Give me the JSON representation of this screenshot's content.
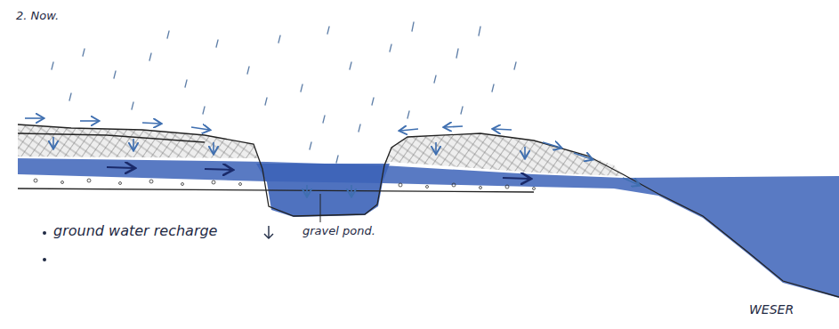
{
  "diagram": {
    "title": "2. Now.",
    "labels": [
      "ground water recharge",
      "gravel pond.",
      "WESER"
    ]
  }
}
